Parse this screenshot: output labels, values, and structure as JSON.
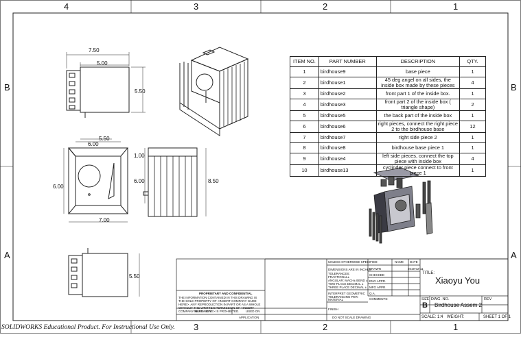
{
  "zones": {
    "top": [
      "4",
      "3",
      "2",
      "1"
    ],
    "bottom": [
      "3",
      "2",
      "1"
    ],
    "left": [
      "B",
      "A"
    ],
    "right": [
      "B",
      "A"
    ]
  },
  "dimensions": {
    "front_width": "7.50",
    "front_inner": "5.00",
    "front_height": "5.50",
    "view2_top": "5.50",
    "view2_inner": "6.00",
    "view2_height": "6.00",
    "view2_width": "7.00",
    "side_top": "1.00",
    "side_mid": "6.00",
    "side_height": "8.50",
    "bottom_height": "5.50"
  },
  "bom": {
    "headers": [
      "ITEM NO.",
      "PART NUMBER",
      "DESCRIPTION",
      "QTY."
    ],
    "rows": [
      {
        "item": "1",
        "part": "birdhouse9",
        "desc": "base piece",
        "qty": "1"
      },
      {
        "item": "2",
        "part": "birdhouse1",
        "desc": "45 deg angel on all sides, the inside box made by these pieces",
        "qty": "4"
      },
      {
        "item": "3",
        "part": "birdhouse2",
        "desc": "front part 1 of the inside box.",
        "qty": "1"
      },
      {
        "item": "4",
        "part": "birdhouse3",
        "desc": "front part 2 of the inside box ( triangle shape)",
        "qty": "2"
      },
      {
        "item": "5",
        "part": "birdhouse5",
        "desc": "the back part of the inside box",
        "qty": "1"
      },
      {
        "item": "6",
        "part": "birdhouse6",
        "desc": "right pieces, connect the right piece 2 to the birdhouse base",
        "qty": "12"
      },
      {
        "item": "7",
        "part": "birdhouse7",
        "desc": "right side piece 2",
        "qty": "1"
      },
      {
        "item": "8",
        "part": "birdhouse8",
        "desc": "birdhouse base piece 1",
        "qty": "1"
      },
      {
        "item": "9",
        "part": "birdhouse4",
        "desc": "left side pieces, connect the top piece with inside box",
        "qty": "4"
      },
      {
        "item": "10",
        "part": "birdhouse13",
        "desc": "cyclinder piece connect to front piece 1",
        "qty": "1"
      }
    ]
  },
  "title_block": {
    "unless": "UNLESS OTHERWISE SPECIFIED:",
    "name_hdr": "NAME",
    "date_hdr": "DATE",
    "dims_in": "DIMENSIONS ARE IN INCHES",
    "tolerances": "TOLERANCES:",
    "fractional": "FRACTIONAL±",
    "angular": "ANGULAR: MACH±   BEND ±",
    "two_place": "TWO PLACE DECIMAL   ±",
    "three_place": "THREE PLACE DECIMAL   ±",
    "drawn": "DRAWN",
    "drawn_date": "2019-02-11",
    "checked": "CHECKED",
    "eng_appr": "ENG APPR.",
    "mfg_appr": "MFG APPR.",
    "qa": "Q.A.",
    "comments": "COMMENTS:",
    "interpret": "INTERPRET GEOMETRIC",
    "tolerancing": "TOLERANCING PER:",
    "material": "MATERIAL",
    "finish": "FINISH",
    "no_scale": "DO NOT SCALE DRAWING",
    "proprietary": "PROPRIETARY AND CONFIDENTIAL",
    "prop_text": "THE INFORMATION CONTAINED IN THIS DRAWING IS THE SOLE PROPERTY OF <INSERT COMPANY NAME HERE>. ANY REPRODUCTION IN PART OR AS A WHOLE WITHOUT THE WRITTEN PERMISSION OF <INSERT COMPANY NAME HERE> IS PROHIBITED.",
    "next_assy": "NEXT ASSY",
    "used_on": "USED ON",
    "application": "APPLICATION",
    "title_label": "TITLE:",
    "title_value": "Xiaoyu You",
    "size_label": "SIZE",
    "size_value": "B",
    "dwg_label": "DWG.  NO.",
    "dwg_value": "Birdhouse Assem 2",
    "rev_label": "REV",
    "scale": "SCALE: 1:4",
    "weight": "WEIGHT:",
    "sheet": "SHEET 1 OF 1"
  },
  "watermark": "SOLIDWORKS Educational Product. For Instructional Use Only."
}
